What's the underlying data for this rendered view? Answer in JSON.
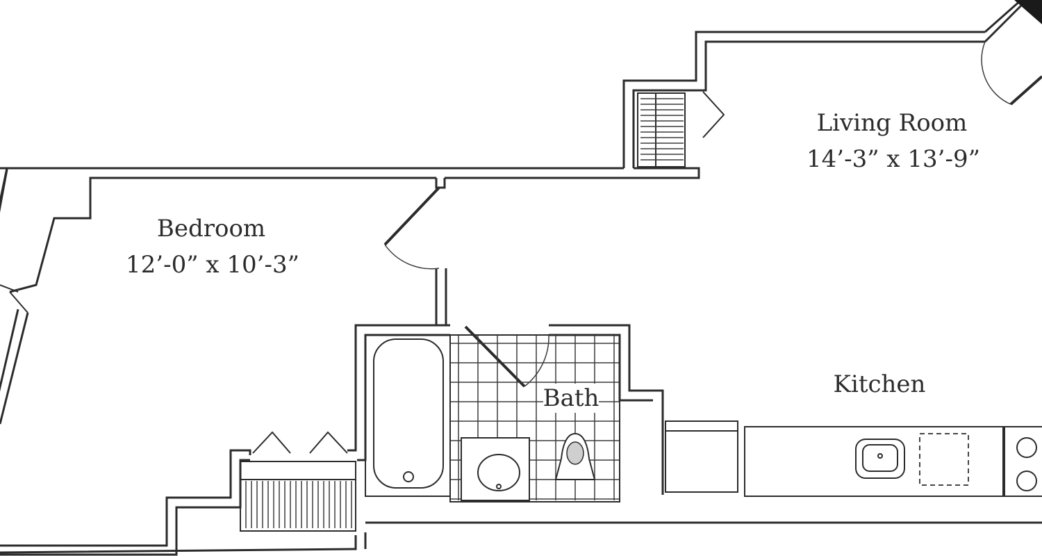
{
  "rooms": {
    "living_room": {
      "name": "Living Room",
      "dimensions": "14’-3” x 13’-9”"
    },
    "bedroom": {
      "name": "Bedroom",
      "dimensions": "12’-0” x 10’-3”"
    },
    "bath": {
      "name": "Bath"
    },
    "kitchen": {
      "name": "Kitchen"
    }
  },
  "colors": {
    "line": "#2b2b2b",
    "background": "#ffffff"
  }
}
